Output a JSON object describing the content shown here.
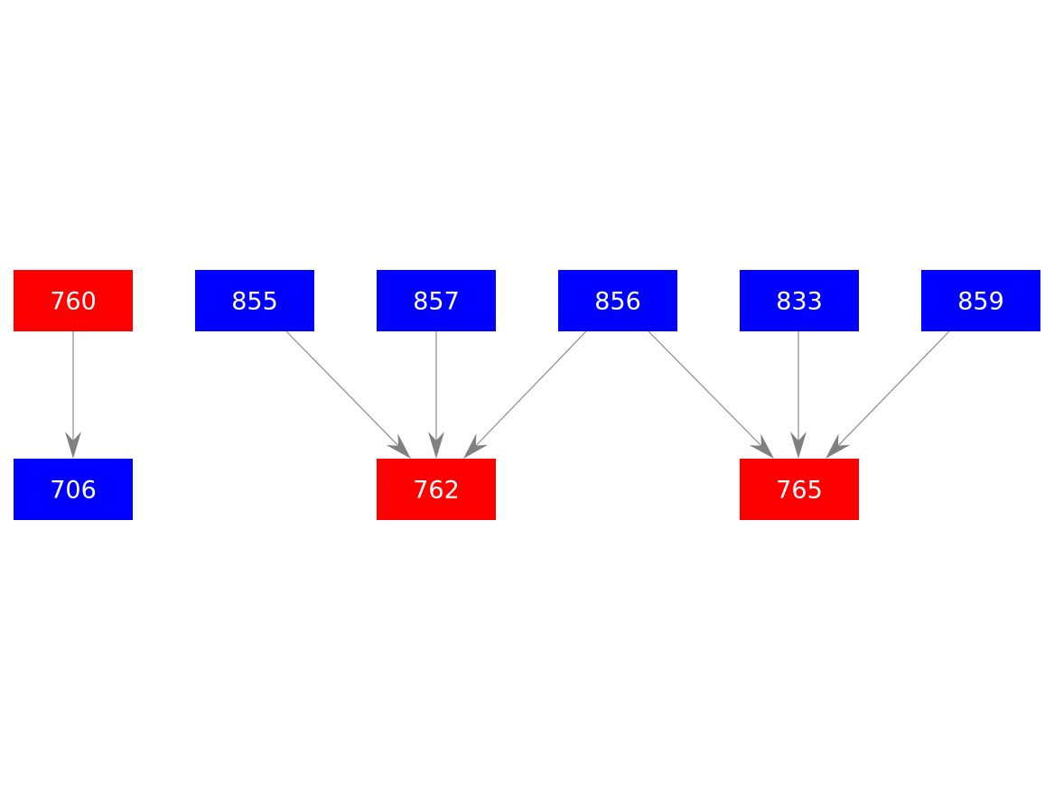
{
  "colors": {
    "red_node": "#ff0000",
    "blue_node": "#0000ff",
    "edge": "#808080",
    "label": "#ffffff",
    "background": "#ffffff"
  },
  "nodes": [
    {
      "id": "760",
      "label": "760",
      "color": "red"
    },
    {
      "id": "855",
      "label": "855",
      "color": "blue"
    },
    {
      "id": "857",
      "label": "857",
      "color": "blue"
    },
    {
      "id": "856",
      "label": "856",
      "color": "blue"
    },
    {
      "id": "833",
      "label": "833",
      "color": "blue"
    },
    {
      "id": "859",
      "label": "859",
      "color": "blue"
    },
    {
      "id": "706",
      "label": "706",
      "color": "blue"
    },
    {
      "id": "762",
      "label": "762",
      "color": "red"
    },
    {
      "id": "765",
      "label": "765",
      "color": "red"
    }
  ],
  "edges": [
    {
      "from": "760",
      "to": "706"
    },
    {
      "from": "855",
      "to": "762"
    },
    {
      "from": "857",
      "to": "762"
    },
    {
      "from": "856",
      "to": "762"
    },
    {
      "from": "856",
      "to": "765"
    },
    {
      "from": "833",
      "to": "765"
    },
    {
      "from": "859",
      "to": "765"
    }
  ]
}
